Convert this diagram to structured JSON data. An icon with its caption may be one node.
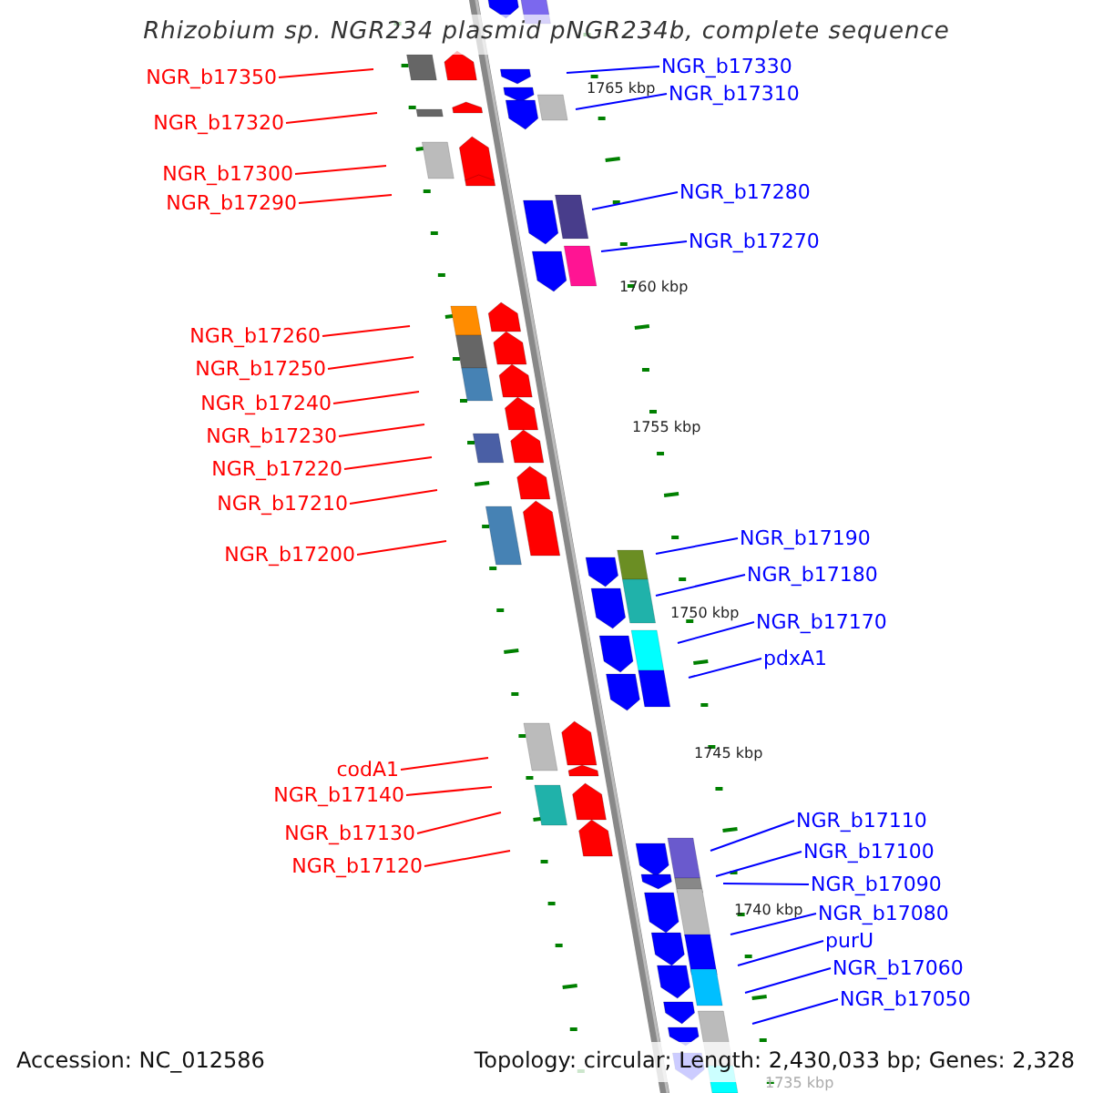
{
  "diagram": {
    "title": "Rhizobium sp. NGR234 plasmid pNGR234b, complete sequence",
    "nodes": [
      {
        "text": [
          "NGR_b17350"
        ]
      },
      {
        "text": [
          "NGR_b17320"
        ]
      },
      {
        "text": [
          "NGR_b17300"
        ]
      },
      {
        "text": [
          "NGR_b17290"
        ]
      },
      {
        "text": [
          "NGR_b17260"
        ]
      },
      {
        "text": [
          "NGR_b17250"
        ]
      },
      {
        "text": [
          "NGR_b17240"
        ]
      },
      {
        "text": [
          "NGR_b17230"
        ]
      },
      {
        "text": [
          "NGR_b17220"
        ]
      },
      {
        "text": [
          "NGR_b17210"
        ]
      },
      {
        "text": [
          "NGR_b17200"
        ]
      },
      {
        "text": [
          "codA1"
        ]
      },
      {
        "text": [
          "NGR_b17140"
        ]
      },
      {
        "text": [
          "NGR_b17130"
        ]
      },
      {
        "text": [
          "NGR_b17120"
        ]
      },
      {
        "text": [
          "NGR_b17330"
        ]
      },
      {
        "text": [
          "NGR_b17310"
        ]
      },
      {
        "text": [
          "NGR_b17280"
        ]
      },
      {
        "text": [
          "NGR_b17270"
        ]
      },
      {
        "text": [
          "NGR_b17190"
        ]
      },
      {
        "text": [
          "NGR_b17180"
        ]
      },
      {
        "text": [
          "NGR_b17170"
        ]
      },
      {
        "text": [
          "pdxA1"
        ]
      },
      {
        "text": [
          "NGR_b17110"
        ]
      },
      {
        "text": [
          "NGR_b17100"
        ]
      },
      {
        "text": [
          "NGR_b17090"
        ]
      },
      {
        "text": [
          "NGR_b17080"
        ]
      },
      {
        "text": [
          "purU"
        ]
      },
      {
        "text": [
          "NGR_b17060"
        ]
      },
      {
        "text": [
          "NGR_b17050"
        ]
      }
    ],
    "edges": [
      {
        "from": 0,
        "to": null,
        "arrow": "none",
        "color": "#ff0000"
      },
      {
        "from": 1,
        "to": null,
        "arrow": "none",
        "color": "#ff0000"
      },
      {
        "from": 2,
        "to": null,
        "arrow": "none",
        "color": "#ff0000"
      },
      {
        "from": 3,
        "to": null,
        "arrow": "none",
        "color": "#ff0000"
      },
      {
        "from": 4,
        "to": null,
        "arrow": "none",
        "color": "#ff0000"
      },
      {
        "from": 5,
        "to": null,
        "arrow": "none",
        "color": "#ff0000"
      },
      {
        "from": 6,
        "to": null,
        "arrow": "none",
        "color": "#ff0000"
      },
      {
        "from": 7,
        "to": null,
        "arrow": "none",
        "color": "#ff0000"
      },
      {
        "from": 8,
        "to": null,
        "arrow": "none",
        "color": "#ff0000"
      },
      {
        "from": 9,
        "to": null,
        "arrow": "none",
        "color": "#ff0000"
      },
      {
        "from": 10,
        "to": null,
        "arrow": "none",
        "color": "#ff0000"
      },
      {
        "from": 11,
        "to": null,
        "arrow": "none",
        "color": "#ff0000"
      },
      {
        "from": 12,
        "to": null,
        "arrow": "none",
        "color": "#ff0000"
      },
      {
        "from": 13,
        "to": null,
        "arrow": "none",
        "color": "#ff0000"
      },
      {
        "from": 14,
        "to": null,
        "arrow": "none",
        "color": "#ff0000"
      },
      {
        "from": 15,
        "to": null,
        "arrow": "none",
        "color": "#0000ff"
      },
      {
        "from": 16,
        "to": null,
        "arrow": "none",
        "color": "#0000ff"
      },
      {
        "from": 17,
        "to": null,
        "arrow": "none",
        "color": "#0000ff"
      },
      {
        "from": 18,
        "to": null,
        "arrow": "none",
        "color": "#0000ff"
      },
      {
        "from": 19,
        "to": null,
        "arrow": "none",
        "color": "#0000ff"
      },
      {
        "from": 20,
        "to": null,
        "arrow": "none",
        "color": "#0000ff"
      },
      {
        "from": 21,
        "to": null,
        "arrow": "none",
        "color": "#0000ff"
      },
      {
        "from": 22,
        "to": null,
        "arrow": "none",
        "color": "#0000ff"
      },
      {
        "from": 23,
        "to": null,
        "arrow": "none",
        "color": "#0000ff"
      },
      {
        "from": 24,
        "to": null,
        "arrow": "none",
        "color": "#0000ff"
      },
      {
        "from": 25,
        "to": null,
        "arrow": "none",
        "color": "#0000ff"
      },
      {
        "from": 26,
        "to": null,
        "arrow": "none",
        "color": "#0000ff"
      },
      {
        "from": 27,
        "to": null,
        "arrow": "none",
        "color": "#0000ff"
      },
      {
        "from": 28,
        "to": null,
        "arrow": "none",
        "color": "#0000ff"
      },
      {
        "from": 29,
        "to": null,
        "arrow": "none",
        "color": "#0000ff"
      }
    ],
    "labels": [
      "1765 kbp",
      "1760 kbp",
      "1755 kbp",
      "1750 kbp",
      "1745 kbp",
      "1740 kbp",
      "1735 kbp",
      "Accession: NC_012586",
      "Topology: circular; Length: 2,430,033 bp; Genes: 2,328"
    ]
  }
}
